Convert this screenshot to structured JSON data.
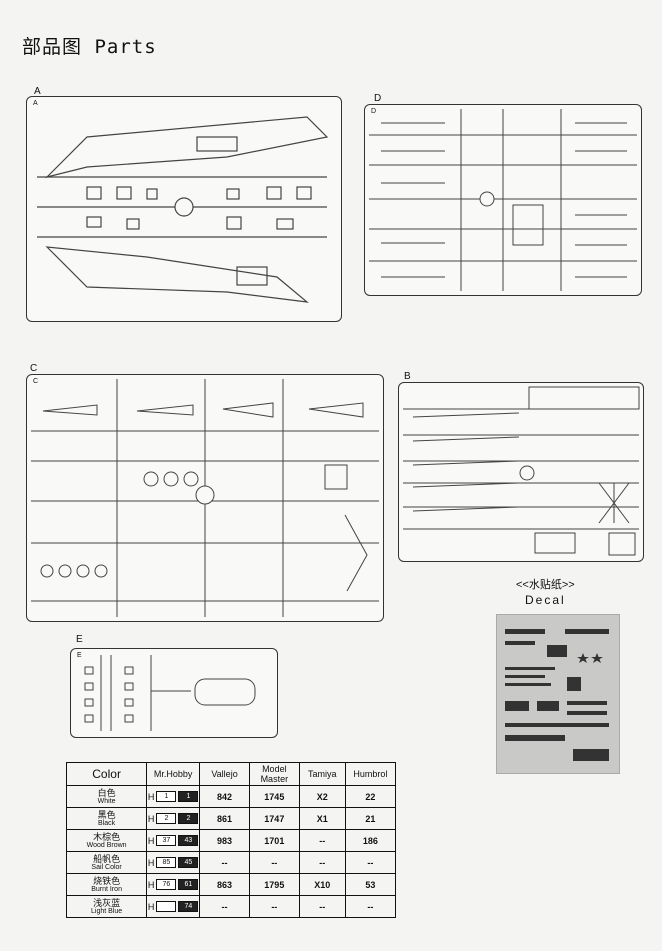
{
  "page_title": "部品图  Parts",
  "sprues": {
    "A": {
      "label": "A",
      "inner": "A"
    },
    "B": {
      "label": "B"
    },
    "C": {
      "label": "C",
      "inner": "C"
    },
    "D": {
      "label": "D",
      "inner": "D"
    },
    "E": {
      "label": "E",
      "inner": "E"
    }
  },
  "decal": {
    "heading_cn": "<<水贴纸>>",
    "heading_en": "Decal"
  },
  "color_table": {
    "headers": [
      "Color",
      "Mr.Hobby",
      "Vallejo",
      "Model Master",
      "Tamiya",
      "Humbrol"
    ],
    "rows": [
      {
        "cn": "白色",
        "en": "White",
        "h_prefix": "H",
        "h_a": "1",
        "h_b": "1",
        "vallejo": "842",
        "mm": "1745",
        "tamiya": "X2",
        "humbrol": "22"
      },
      {
        "cn": "黑色",
        "en": "Black",
        "h_prefix": "H",
        "h_a": "2",
        "h_b": "2",
        "vallejo": "861",
        "mm": "1747",
        "tamiya": "X1",
        "humbrol": "21"
      },
      {
        "cn": "木棕色",
        "en": "Wood Brown",
        "h_prefix": "H",
        "h_a": "37",
        "h_b": "43",
        "vallejo": "983",
        "mm": "1701",
        "tamiya": "--",
        "humbrol": "186"
      },
      {
        "cn": "船帆色",
        "en": "Sail Color",
        "h_prefix": "H",
        "h_a": "85",
        "h_b": "45",
        "vallejo": "--",
        "mm": "--",
        "tamiya": "--",
        "humbrol": "--"
      },
      {
        "cn": "烧铁色",
        "en": "Burnt Iron",
        "h_prefix": "H",
        "h_a": "76",
        "h_b": "61",
        "vallejo": "863",
        "mm": "1795",
        "tamiya": "X10",
        "humbrol": "53"
      },
      {
        "cn": "浅灰蓝",
        "en": "Light Blue",
        "h_prefix": "H",
        "h_a": "",
        "h_b": "74",
        "vallejo": "--",
        "mm": "--",
        "tamiya": "--",
        "humbrol": "--"
      }
    ]
  }
}
